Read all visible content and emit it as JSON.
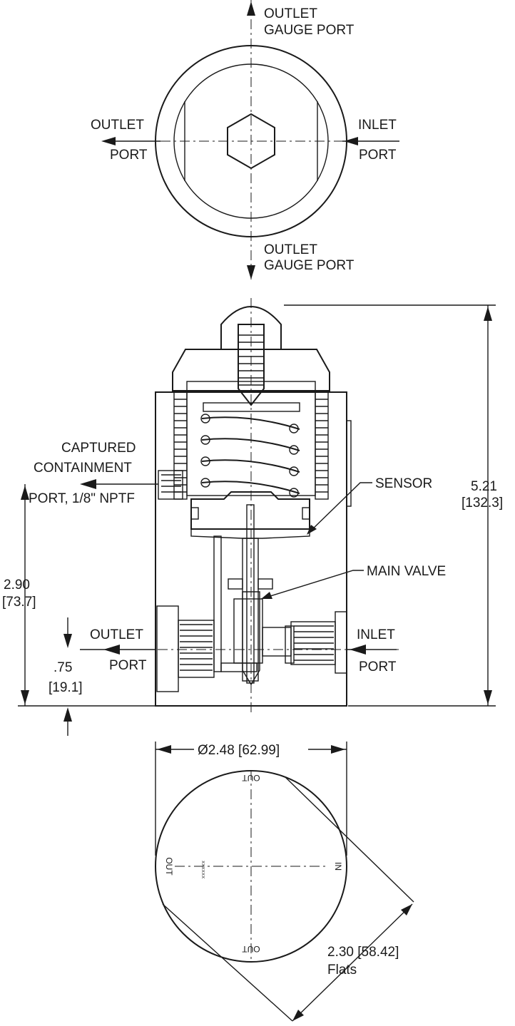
{
  "top_view": {
    "outlet_gauge_port_top": [
      "OUTLET",
      "GAUGE PORT"
    ],
    "outlet_port": [
      "OUTLET",
      "PORT"
    ],
    "inlet_port": [
      "INLET",
      "PORT"
    ],
    "outlet_gauge_port_bottom": [
      "OUTLET",
      "GAUGE PORT"
    ]
  },
  "section_view": {
    "captured_containment": [
      "CAPTURED",
      "CONTAINMENT",
      "PORT, 1/8\" NPTF"
    ],
    "sensor": "SENSOR",
    "main_valve": "MAIN VALVE",
    "outlet_port": [
      "OUTLET",
      "PORT"
    ],
    "inlet_port": [
      "INLET",
      "PORT"
    ],
    "dim_height": [
      "5.21",
      "[132.3]"
    ],
    "dim_containment": [
      "2.90",
      "[73.7]"
    ],
    "dim_ports": [
      ".75",
      "[19.1]"
    ],
    "colors": {
      "outlet_flow": "#4aa3d8",
      "inlet_flow": "#e8332a"
    }
  },
  "bottom_view": {
    "diameter": "Ø2.48 [62.99]",
    "flats": [
      "2.30 [58.42]",
      "Flats"
    ],
    "marks": {
      "out_top": "OUT",
      "out_left": "OUT",
      "in_right": "IN",
      "out_bottom": "OUT",
      "serial": "xxxxxx"
    }
  }
}
